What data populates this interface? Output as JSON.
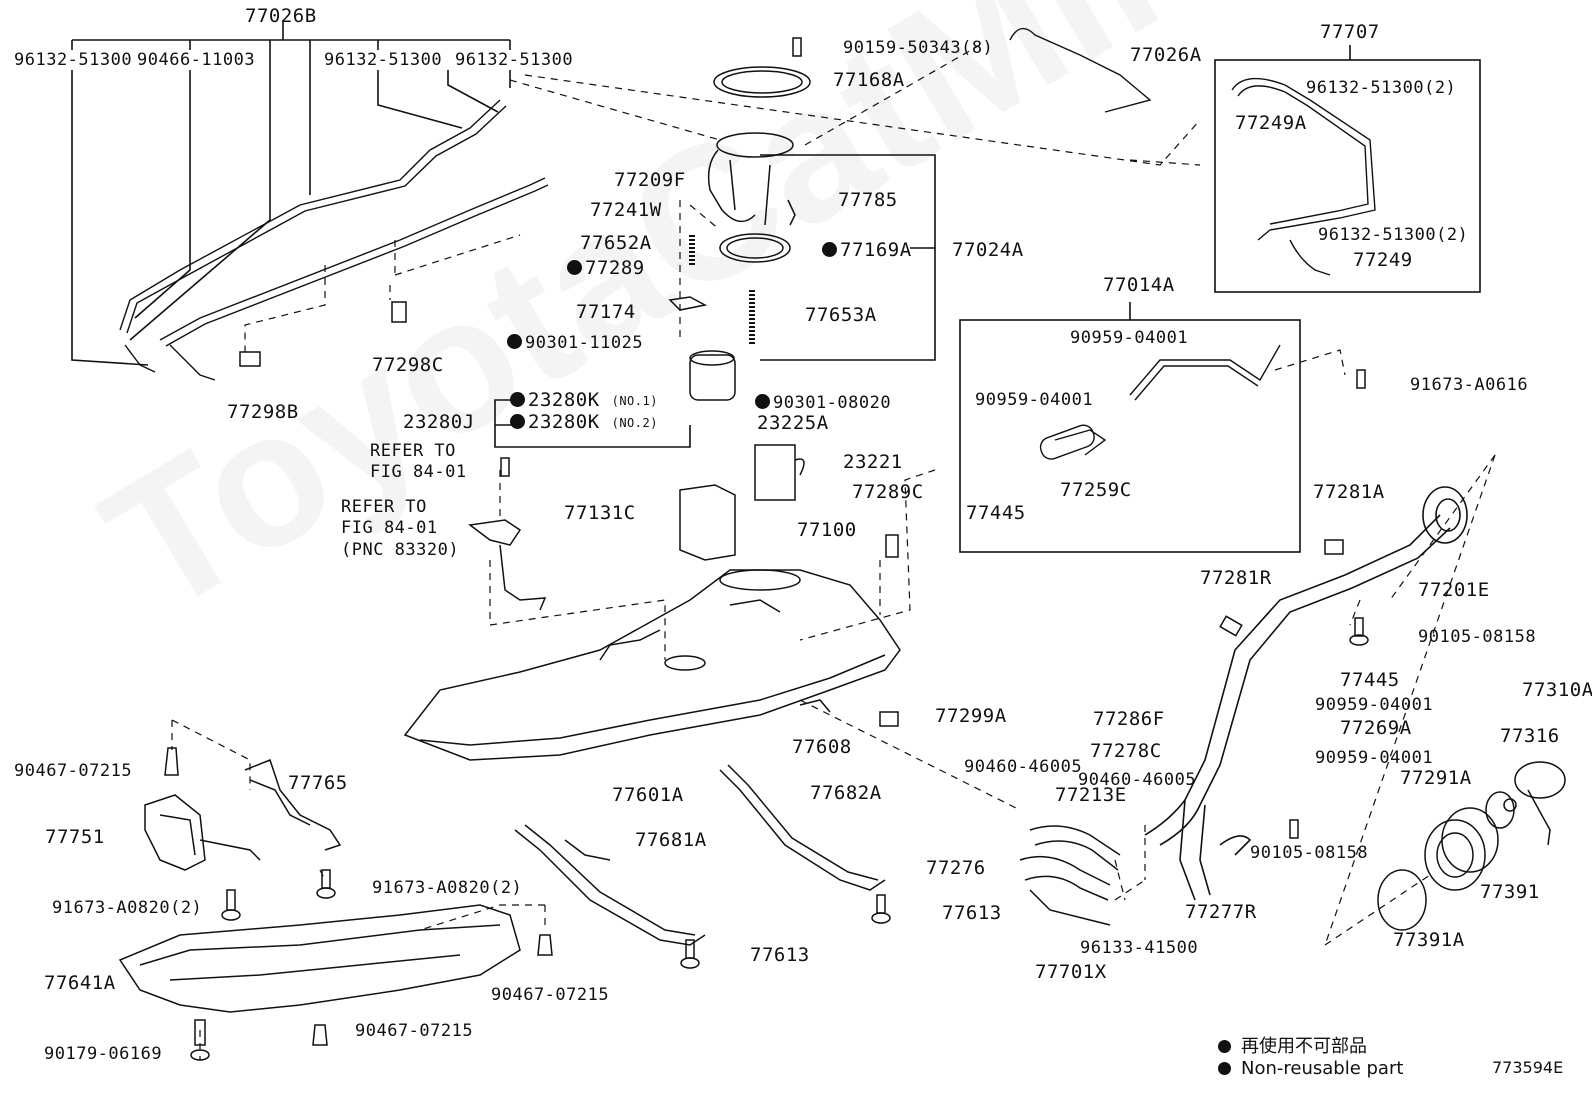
{
  "watermark": "ToyotaCatMine.ru",
  "figure_id": "773594E",
  "legend": {
    "jp": "再使用不可部品",
    "en": "Non-reusable part"
  },
  "labels": {
    "p77026B": "77026B",
    "p96132_51300_a": "96132-51300",
    "p90466_11003": "90466-11003",
    "p96132_51300_b": "96132-51300",
    "p96132_51300_c": "96132-51300",
    "p90159_50343": "90159-50343(8)",
    "p77168A": "77168A",
    "p77026A": "77026A",
    "p77707": "77707",
    "p96132_51300_2a": "96132-51300(2)",
    "p77249A": "77249A",
    "p96132_51300_2b": "96132-51300(2)",
    "p77249": "77249",
    "p77209F": "77209F",
    "p77241W": "77241W",
    "p77785": "77785",
    "p77652A": "77652A",
    "p77169A": "77169A",
    "p77024A": "77024A",
    "p77289": "77289",
    "p77174": "77174",
    "p77653A": "77653A",
    "p90301_11025": "90301-11025",
    "p77298C": "77298C",
    "p77298B": "77298B",
    "p77014A": "77014A",
    "p90959_04001_a": "90959-04001",
    "p90959_04001_b": "90959-04001",
    "p91673_A0616": "91673-A0616",
    "p77259C": "77259C",
    "p77445_a": "77445",
    "p23280K1": "23280K",
    "p23280K1_sub": "(NO.1)",
    "p23280K2": "23280K",
    "p23280K2_sub": "(NO.2)",
    "p23280J": "23280J",
    "p90301_08020": "90301-08020",
    "p23225A": "23225A",
    "p23221": "23221",
    "refer1": "REFER TO",
    "refer1b": "FIG 84-01",
    "refer2": "REFER TO",
    "refer2b": "FIG 84-01",
    "refer2c": "(PNC 83320)",
    "p77131C": "77131C",
    "p77289C": "77289C",
    "p77100": "77100",
    "p77281A": "77281A",
    "p77281R": "77281R",
    "p77201E": "77201E",
    "p90105_08158_a": "90105-08158",
    "p77445_b": "77445",
    "p90959_04001_c": "90959-04001",
    "p77269A": "77269A",
    "p90959_04001_d": "90959-04001",
    "p77310A": "77310A",
    "p77316": "77316",
    "p77291A": "77291A",
    "p77391": "77391",
    "p77391A": "77391A",
    "p77286F": "77286F",
    "p77278C": "77278C",
    "p77299A": "77299A",
    "p90460_46005_a": "90460-46005",
    "p90460_46005_b": "90460-46005",
    "p77213E": "77213E",
    "p77276": "77276",
    "p96133_41500": "96133-41500",
    "p77701X": "77701X",
    "p77277R": "77277R",
    "p90105_08158_b": "90105-08158",
    "p77608": "77608",
    "p77682A": "77682A",
    "p77601A": "77601A",
    "p77681A": "77681A",
    "p77613_a": "77613",
    "p77613_b": "77613",
    "p90467_07215_a": "90467-07215",
    "p77765": "77765",
    "p77751": "77751",
    "p91673_A0820_a": "91673-A0820(2)",
    "p91673_A0820_b": "91673-A0820(2)",
    "p77641A": "77641A",
    "p90467_07215_b": "90467-07215",
    "p90467_07215_c": "90467-07215",
    "p90179_06169": "90179-06169"
  }
}
